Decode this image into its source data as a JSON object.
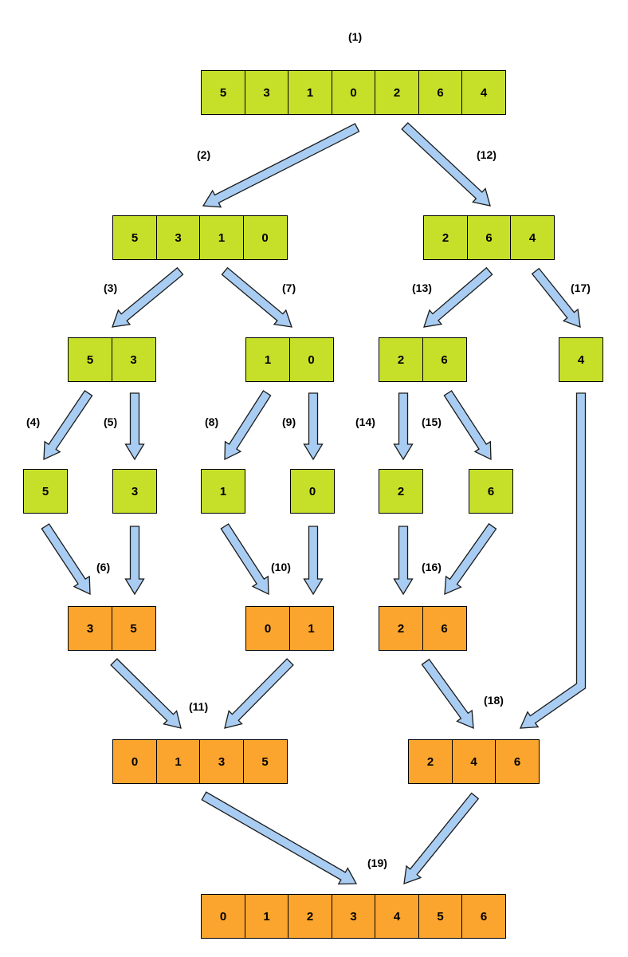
{
  "colors": {
    "split_fill": "#c6e02a",
    "merge_fill": "#fba52e",
    "arrow_fill": "#a9cdf2",
    "arrow_stroke": "#1a1a1a"
  },
  "arrays": [
    {
      "id": "a1",
      "kind": "split",
      "values": [
        "5",
        "3",
        "1",
        "0",
        "2",
        "6",
        "4"
      ]
    },
    {
      "id": "a2",
      "kind": "split",
      "values": [
        "5",
        "3",
        "1",
        "0"
      ]
    },
    {
      "id": "a3",
      "kind": "split",
      "values": [
        "2",
        "6",
        "4"
      ]
    },
    {
      "id": "a4",
      "kind": "split",
      "values": [
        "5",
        "3"
      ]
    },
    {
      "id": "a5",
      "kind": "split",
      "values": [
        "1",
        "0"
      ]
    },
    {
      "id": "a6",
      "kind": "split",
      "values": [
        "2",
        "6"
      ]
    },
    {
      "id": "a7",
      "kind": "split",
      "values": [
        "4"
      ]
    },
    {
      "id": "a8",
      "kind": "split",
      "values": [
        "5"
      ]
    },
    {
      "id": "a9",
      "kind": "split",
      "values": [
        "3"
      ]
    },
    {
      "id": "a10",
      "kind": "split",
      "values": [
        "1"
      ]
    },
    {
      "id": "a11",
      "kind": "split",
      "values": [
        "0"
      ]
    },
    {
      "id": "a12",
      "kind": "split",
      "values": [
        "2"
      ]
    },
    {
      "id": "a13",
      "kind": "split",
      "values": [
        "6"
      ]
    },
    {
      "id": "a14",
      "kind": "merge",
      "values": [
        "3",
        "5"
      ]
    },
    {
      "id": "a15",
      "kind": "merge",
      "values": [
        "0",
        "1"
      ]
    },
    {
      "id": "a16",
      "kind": "merge",
      "values": [
        "2",
        "6"
      ]
    },
    {
      "id": "a17",
      "kind": "merge",
      "values": [
        "0",
        "1",
        "3",
        "5"
      ]
    },
    {
      "id": "a18",
      "kind": "merge",
      "values": [
        "2",
        "4",
        "6"
      ]
    },
    {
      "id": "a19",
      "kind": "merge",
      "values": [
        "0",
        "1",
        "2",
        "3",
        "4",
        "5",
        "6"
      ]
    }
  ],
  "step_labels": [
    "(1)",
    "(2)",
    "(3)",
    "(4)",
    "(5)",
    "(6)",
    "(7)",
    "(8)",
    "(9)",
    "(10)",
    "(11)",
    "(12)",
    "(13)",
    "(14)",
    "(15)",
    "(16)",
    "(17)",
    "(18)",
    "(19)"
  ]
}
